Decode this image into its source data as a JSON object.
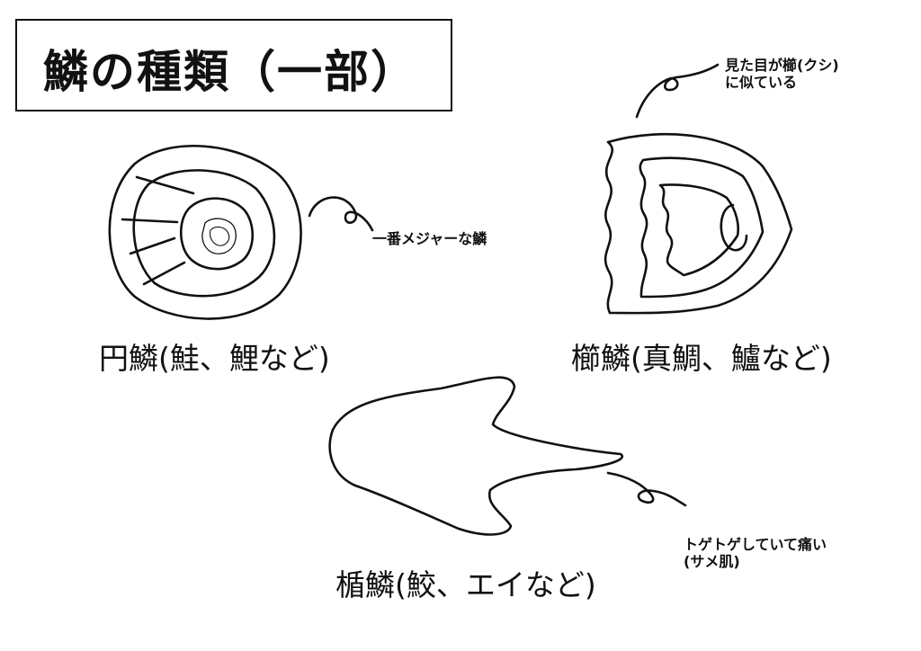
{
  "title": "鱗の種類（一部）",
  "scales": [
    {
      "label": "円鱗(鮭、鯉など)",
      "note": "一番メジャーな鱗"
    },
    {
      "label": "櫛鱗(真鯛、鱸など)",
      "note_line1": "見た目が櫛(クシ)",
      "note_line2": "に似ている"
    },
    {
      "label": "楯鱗(鮫、エイなど)",
      "note_line1": "トゲトゲしていて痛い",
      "note_line2": "(サメ肌)"
    }
  ]
}
